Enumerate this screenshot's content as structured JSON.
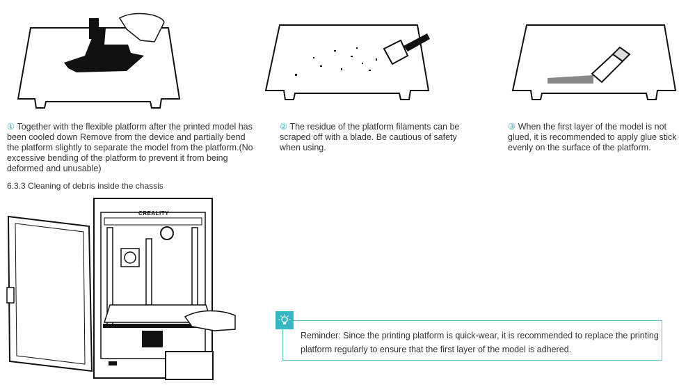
{
  "steps": [
    {
      "number": "①",
      "text": "Together with the flexible platform after the printed model has been cooled down Remove from the device and partially bend the platform slightly to separate the model from the platform.(No excessive bending of the platform to prevent it from being deformed and unusable)"
    },
    {
      "number": "②",
      "text": "The residue of the platform filaments can be scraped off with a blade. Be cautious of safety when using."
    },
    {
      "number": "③",
      "text": "When the first layer of the model is not glued, it is recommended to apply glue stick evenly on the surface of the platform."
    }
  ],
  "section": {
    "heading": "6.3.3 Cleaning of debris inside the chassis"
  },
  "printer": {
    "brand_logo": "CREALITY"
  },
  "reminder": {
    "text": "Reminder: Since the printing platform is quick-wear, it is recommended to replace the printing platform regularly to ensure that the first layer of the model is adhered."
  },
  "colors": {
    "accent": "#34b8c3",
    "border": "#56c3cb",
    "line": "#111111"
  },
  "icons": [
    "lightbulb-icon"
  ]
}
